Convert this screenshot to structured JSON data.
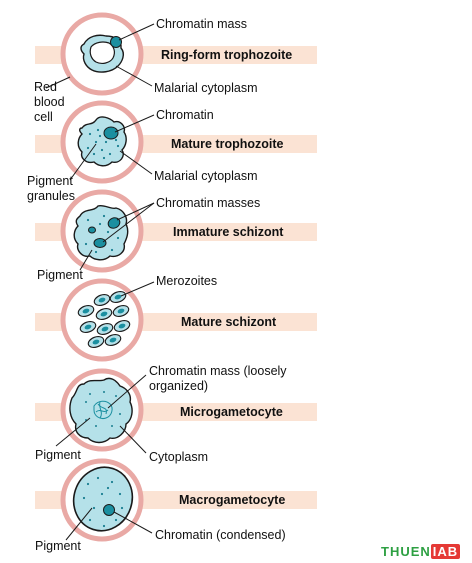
{
  "stages": {
    "ring": "Ring-form trophozoite",
    "mature_troph": "Mature trophozoite",
    "immature_schizont": "Immature schizont",
    "mature_schizont": "Mature schizont",
    "microgametocyte": "Microgametocyte",
    "macrogametocyte": "Macrogametocyte"
  },
  "labels": {
    "chromatin_mass": "Chromatin mass",
    "malarial_cytoplasm_1": "Malarial cytoplasm",
    "red_blood_cell_1": "Red",
    "red_blood_cell_2": "blood",
    "red_blood_cell_3": "cell",
    "chromatin": "Chromatin",
    "malarial_cytoplasm_2": "Malarial cytoplasm",
    "pigment_granules_1": "Pigment",
    "pigment_granules_2": "granules",
    "chromatin_masses": "Chromatin masses",
    "pigment_1": "Pigment",
    "merozoites": "Merozoites",
    "chromatin_loose_1": "Chromatin mass (loosely",
    "chromatin_loose_2": "organized)",
    "pigment_2": "Pigment",
    "cytoplasm": "Cytoplasm",
    "pigment_3": "Pigment",
    "chromatin_condensed": "Chromatin (condensed)"
  },
  "watermark": {
    "part1": "THUEN",
    "part2": "IAB"
  },
  "colors": {
    "band": "#fbe3d4",
    "rbc_ring": "#e9a9a5",
    "rbc_fill": "#ffffff",
    "parasite_fill": "#b5e1e9",
    "parasite_stroke": "#1a1a1a",
    "chromatin": "#1b8fa0",
    "pigment_dot": "#1a7f91"
  }
}
